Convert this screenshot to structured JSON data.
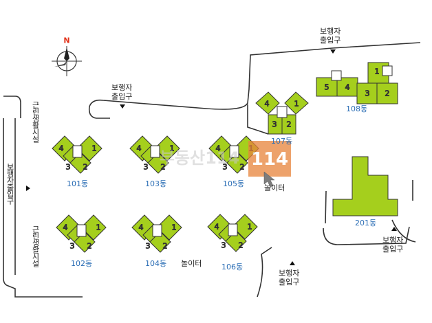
{
  "colors": {
    "building": "#a5cf1d",
    "building_stroke": "#333333",
    "road": "#333333",
    "label_blue": "#2a6db5",
    "watermark": "#e8843a"
  },
  "compass": {
    "north_label": "N"
  },
  "buildings": [
    {
      "id": "101",
      "label": "101동",
      "units": [
        "4",
        "1",
        "3",
        "2"
      ]
    },
    {
      "id": "103",
      "label": "103동",
      "units": [
        "4",
        "1",
        "3",
        "2"
      ]
    },
    {
      "id": "105",
      "label": "105동",
      "units": [
        "4",
        "1",
        "3",
        "2"
      ]
    },
    {
      "id": "107",
      "label": "107동",
      "units": [
        "4",
        "1",
        "3",
        "2"
      ]
    },
    {
      "id": "102",
      "label": "102동",
      "units": [
        "4",
        "1",
        "3",
        "2"
      ]
    },
    {
      "id": "104",
      "label": "104동",
      "units": [
        "4",
        "1",
        "3",
        "2"
      ]
    },
    {
      "id": "106",
      "label": "106동",
      "units": [
        "4",
        "1",
        "3",
        "2"
      ]
    },
    {
      "id": "108",
      "label": "108동",
      "units": [
        "5",
        "4",
        "3",
        "2",
        "1"
      ]
    },
    {
      "id": "201",
      "label": "201동",
      "units": []
    }
  ],
  "facilities": {
    "neighborhood_top": "근린생활시설",
    "neighborhood_bottom": "근린생활시설",
    "playground_right": "놀이터",
    "playground_bottom": "놀이터"
  },
  "entrances": {
    "top_right": [
      "보행자",
      "출입구"
    ],
    "top_mid": [
      "보행자",
      "출입구"
    ],
    "left": "보행자출입구",
    "bottom_right": [
      "보행자",
      "출입구"
    ],
    "bottom_mid": [
      "보행자",
      "출입구"
    ]
  },
  "watermark": {
    "text": "부동산114",
    "logo_text": "114"
  }
}
